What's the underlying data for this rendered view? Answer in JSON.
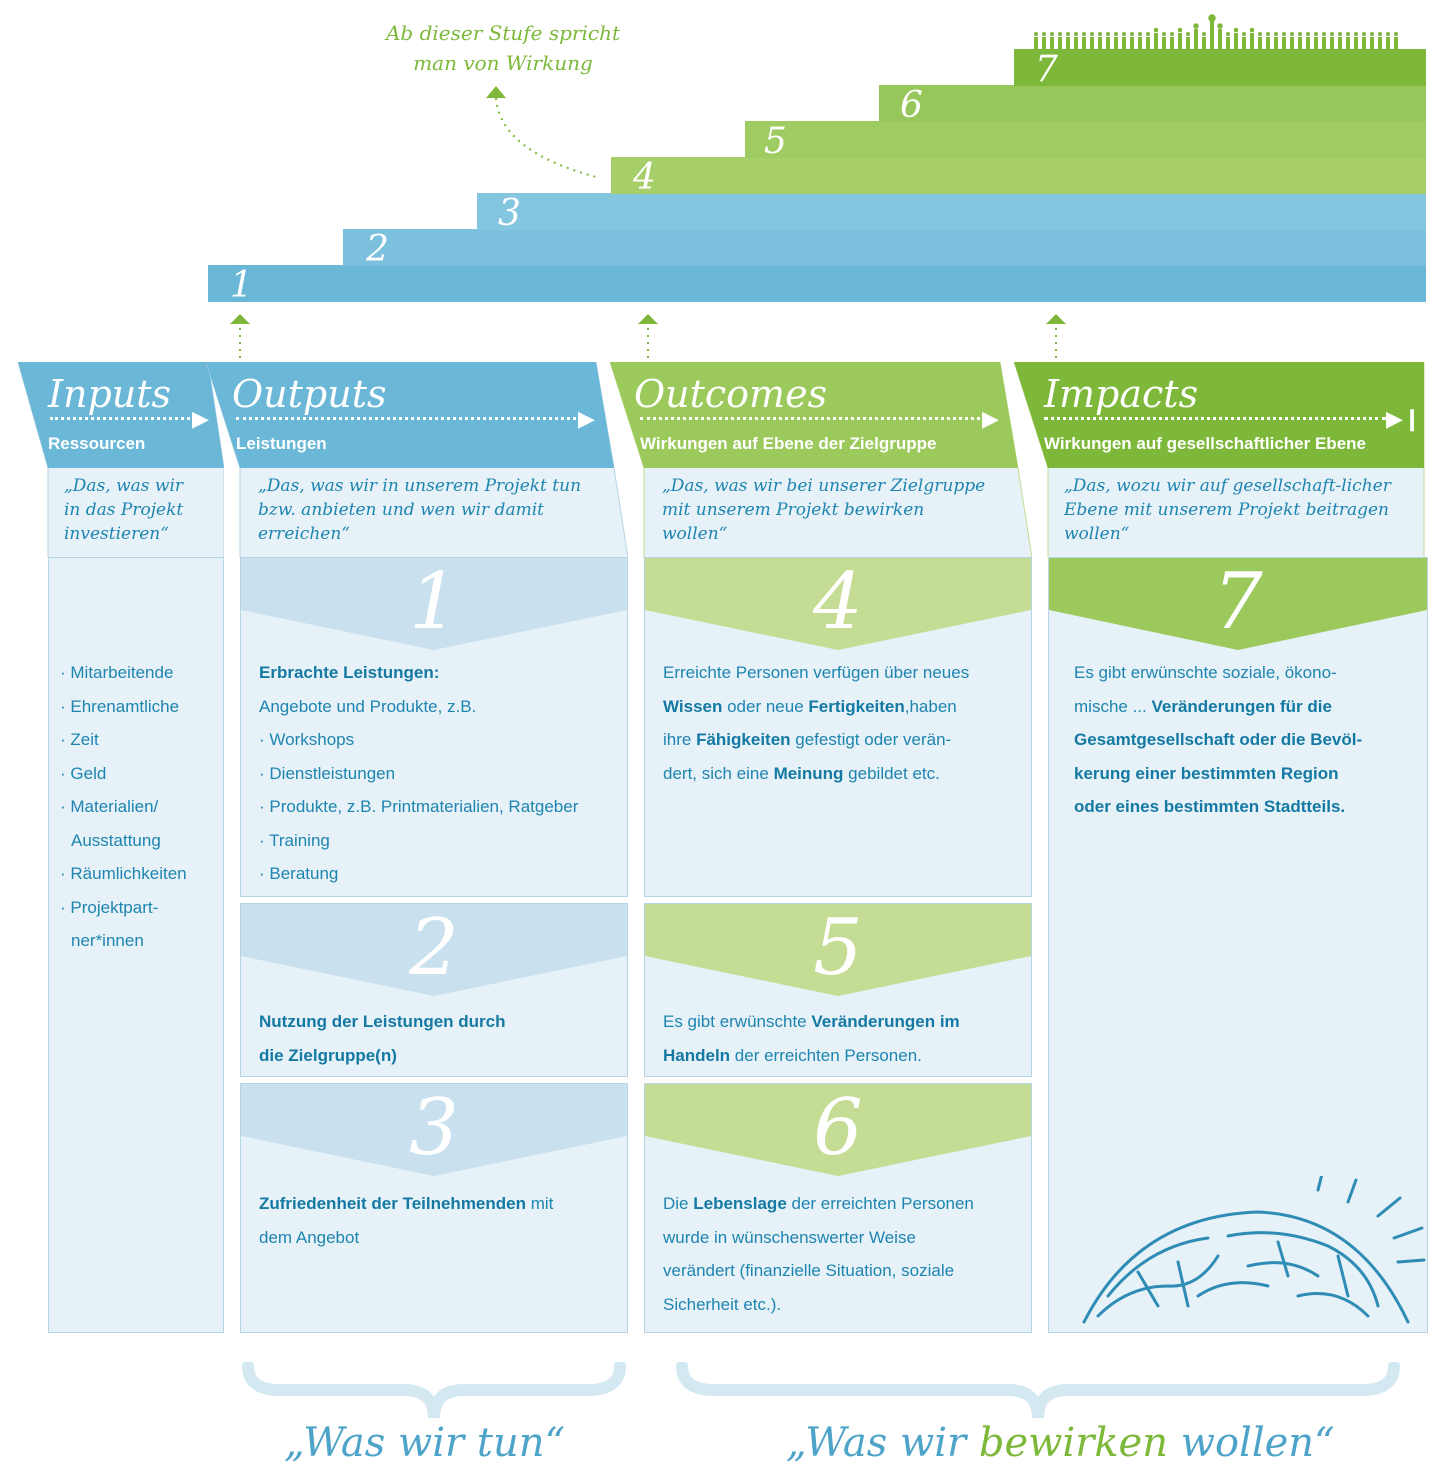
{
  "annotation": {
    "line1": "Ab dieser Stufe spricht",
    "line2": "man von Wirkung"
  },
  "steps": [
    "1",
    "2",
    "3",
    "4",
    "5",
    "6",
    "7"
  ],
  "colors": {
    "blue_dark": "#6bb7d8",
    "blue_light": "#c9e1ee",
    "green_dark": "#7db83a",
    "green_light": "#c4dc94",
    "green_mid": "#9cc95c",
    "text_blue": "#1e85b0",
    "panel_bg": "#e6f1f8"
  },
  "columns": {
    "inputs": {
      "title": "Inputs",
      "subtitle": "Ressourcen",
      "quote": "„Das, was wir in das Projekt investieren“",
      "items": [
        "Mitarbeitende",
        "Ehrenamtliche",
        "Zeit",
        "Geld",
        "Materialien/",
        "Ausstattung",
        "Räumlichkeiten",
        "Projektpart-",
        "ner*innen"
      ]
    },
    "outputs": {
      "title": "Outputs",
      "subtitle": "Leistungen",
      "quote": "„Das, was wir in unserem Projekt tun bzw. anbieten und wen wir damit erreichen“"
    },
    "outcomes": {
      "title": "Outcomes",
      "subtitle": "Wirkungen auf Ebene der Zielgruppe",
      "quote": "„Das, was wir bei unserer Zielgruppe mit unserem Projekt bewirken wollen“"
    },
    "impacts": {
      "title": "Impacts",
      "subtitle": "Wirkungen auf gesellschaftlicher Ebene",
      "quote": "„Das, wozu wir auf gesellschaft-licher Ebene mit unserem Projekt beitragen wollen“"
    }
  },
  "boxes": {
    "b1": {
      "num": "1",
      "head": "Erbrachte Leistungen:",
      "line": "Angebote und Produkte, z.B.",
      "items": [
        "Workshops",
        "Dienstleistungen",
        "Produkte, z.B. Printmaterialien, Ratgeber",
        "Training",
        "Beratung"
      ]
    },
    "b2": {
      "num": "2",
      "l1": "Nutzung der Leistungen durch",
      "l2": "die Zielgruppe(n)"
    },
    "b3": {
      "num": "3",
      "bold": "Zufriedenheit der Teilnehmenden",
      "rest": " mit",
      "l2": "dem Angebot"
    },
    "b4": {
      "num": "4",
      "t1": "Erreichte Personen verfügen über neues",
      "t2b": "Wissen",
      "t2a": " oder neue ",
      "t2c": "Fertigkeiten",
      "t2d": ",haben",
      "t3a": "ihre ",
      "t3b": "Fähigkeiten",
      "t3c": " gefestigt oder verän-",
      "t4a": "dert, sich eine ",
      "t4b": "Meinung",
      "t4c": " gebildet etc."
    },
    "b5": {
      "num": "5",
      "t1a": "Es gibt erwünschte ",
      "t1b": "Veränderungen im",
      "t2a": "Handeln",
      "t2b": " der erreichten Personen."
    },
    "b6": {
      "num": "6",
      "t1a": "Die ",
      "t1b": "Lebenslage",
      "t1c": " der erreichten Personen",
      "t2": "wurde in wünschenswerter Weise",
      "t3": "verändert (finanzielle Situation, soziale",
      "t4": "Sicherheit etc.)."
    },
    "b7": {
      "num": "7",
      "t1": "Es gibt erwünschte soziale, ökono-",
      "t2a": "mische ... ",
      "t2b": "Veränderungen für die",
      "t3": "Gesamtgesellschaft oder die Bevöl-",
      "t4": "kerung einer bestimmten Region",
      "t5": "oder eines bestimmten Stadtteils."
    }
  },
  "footer": {
    "left": "„Was wir tun“",
    "right_a": "„Was wir ",
    "right_b": "bewirken",
    "right_c": " wollen“"
  }
}
